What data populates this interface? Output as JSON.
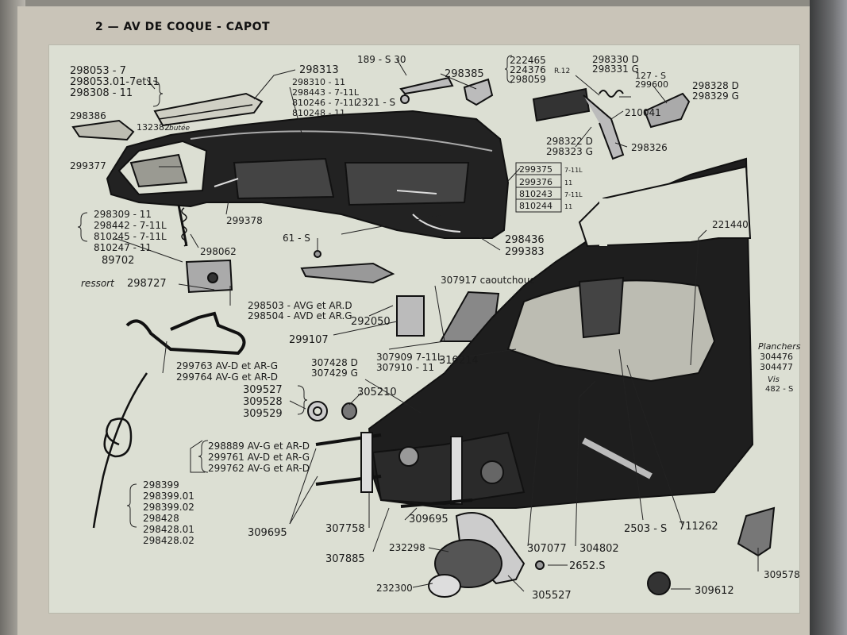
{
  "header": {
    "page_number": "2",
    "dash": "—",
    "title": "AV DE COQUE - CAPOT"
  },
  "labels": {
    "a1": "298053 - 7",
    "a2": "298053.01-7et11",
    "a3": "298308 - 11",
    "b1": "298313",
    "b2": "298310 - 11",
    "b3": "298443 - 7-11L",
    "b4": "810246 - 7-11L",
    "b5": "810248 - 11",
    "c1": "189 - S 30",
    "c2": "298385",
    "c3": "2321 - S",
    "d1": "222465",
    "d2": "224376",
    "d3": "298059",
    "d_note": "R.12",
    "e1": "298330 D",
    "e2": "298331 G",
    "e3": "127 - S",
    "e4": "299600",
    "e5": "210041",
    "f1": "298328 D",
    "f2": "298329 G",
    "g1": "298386",
    "g2": "132382",
    "g3": "butée",
    "h1": "298322 D",
    "h2": "298323 G",
    "h3": "298326",
    "i1": "299375",
    "i1n": "7-11L",
    "i2": "299376",
    "i2n": "11",
    "i3": "810243",
    "i3n": "7-11L",
    "i4": "810244",
    "i4n": "11",
    "j1": "299377",
    "j2": "299378",
    "k1": "298309 - 11",
    "k2": "298442 - 7-11L",
    "k3": "810245 - 7-11L",
    "k4": "810247 - 11",
    "k5": "89702",
    "k6": "298062",
    "l1": "61 - S",
    "l2": "298436",
    "l3": "299383",
    "l4": "221440",
    "m1": "ressort",
    "m2": "298727",
    "m3": "298503 - AVG et AR.D",
    "m4": "298504 - AVD et AR.G",
    "n1": "307917 caoutchouc",
    "n2": "292050",
    "n3": "299107",
    "n4": "307909 7-11L",
    "n5": "307910 - 11",
    "n6": "310214",
    "o1": "299763 AV-D et AR-G",
    "o2": "299764 AV-G et AR-D",
    "o3": "307428 D",
    "o4": "307429 G",
    "p1": "309527",
    "p2": "309528",
    "p3": "309529",
    "p4": "305210",
    "q1": "Planchers",
    "q2": "304476",
    "q3": "304477",
    "q4": "Vis",
    "q5": "482 - S",
    "r1": "298889 AV-G et AR-D",
    "r2": "299761 AV-D et AR-G",
    "r3": "299762 AV-G et AR-D",
    "s1": "298399",
    "s2": "298399.01",
    "s3": "298399.02",
    "s4": "298428",
    "s5": "298428.01",
    "s6": "298428.02",
    "t1": "309695",
    "t2": "307758",
    "t3": "309695",
    "t4": "307885",
    "t5": "232298",
    "t6": "232300",
    "t7": "305527",
    "t8": "2652.S",
    "t9": "307077",
    "t10": "304802",
    "t11": "2503 - S",
    "t12": "711262",
    "t13": "309578",
    "t14": "309612"
  }
}
